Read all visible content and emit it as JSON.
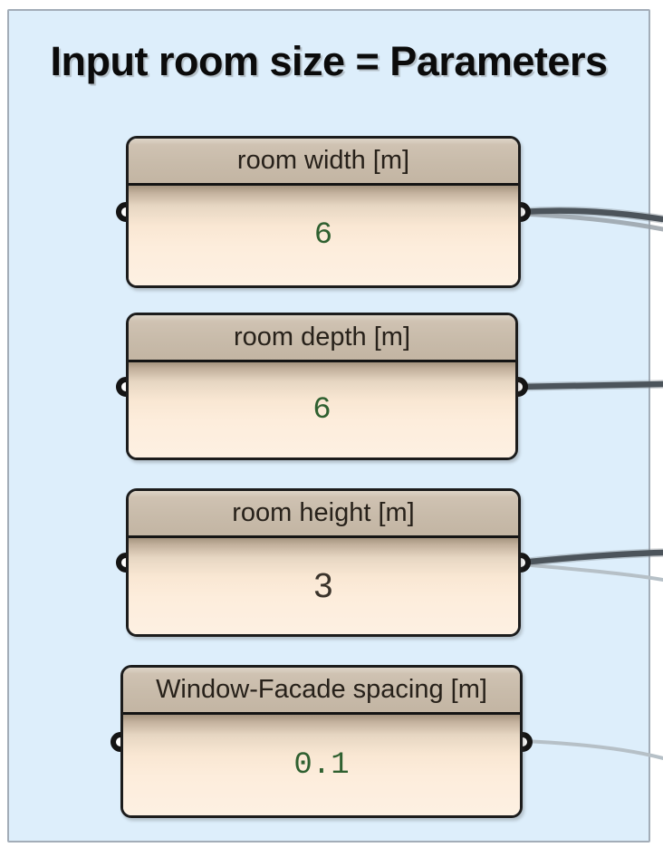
{
  "group": {
    "title": "Input room size = Parameters"
  },
  "panels": [
    {
      "name": "room-width",
      "title": "room width [m]",
      "value": "6"
    },
    {
      "name": "room-depth",
      "title": "room depth [m]",
      "value": "6"
    },
    {
      "name": "room-height",
      "title": "room height [m]",
      "value": "3"
    },
    {
      "name": "window-facade-spacing",
      "title": "Window-Facade spacing [m]",
      "value": "0.1"
    }
  ],
  "wires": [
    {
      "from": "room-width-output",
      "tone": "dark"
    },
    {
      "from": "room-width-output",
      "tone": "mid"
    },
    {
      "from": "room-depth-output",
      "tone": "dark"
    },
    {
      "from": "room-height-output",
      "tone": "dark"
    },
    {
      "from": "room-height-output",
      "tone": "light"
    },
    {
      "from": "window-facade-spacing-output",
      "tone": "light"
    }
  ],
  "colors": {
    "group_background": "#ddeefb",
    "group_border": "#a3adb8",
    "panel_header": "#c8bbaa",
    "panel_body": "#fdeedd",
    "panel_border": "#1c1c1c",
    "value_green": "#2f6030",
    "value_dark": "#3a332b",
    "wire_dark": "#4c545b",
    "wire_light": "#b6c0c7"
  }
}
